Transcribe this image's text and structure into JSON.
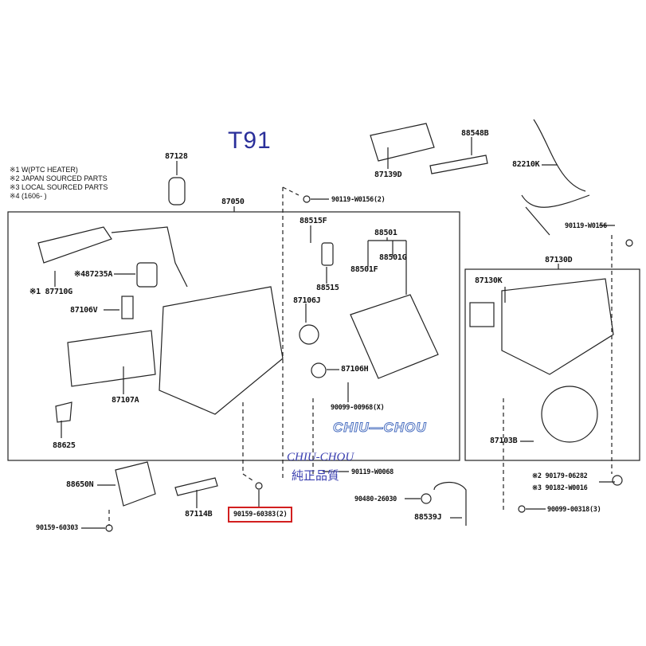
{
  "title": "T91",
  "notes": [
    "※1 W(PTC HEATER)",
    "※2 JAPAN SOURCED PARTS",
    "※3 LOCAL SOURCED PARTS",
    "※4 (1606-    )"
  ],
  "parts": {
    "p87128": "87128",
    "p87050": "87050",
    "p90119_w0156_2": "90119-W0156(2)",
    "p87139d": "87139D",
    "p88548b": "88548B",
    "p82210k": "82210K",
    "p90119_w0156": "90119-W0156",
    "p87130d": "87130D",
    "p88515f": "88515F",
    "p88501": "88501",
    "p88501g": "88501G",
    "p88501f": "88501F",
    "p88515": "88515",
    "p87235a": "※487235A",
    "p87710g": "※1 87710G",
    "p87106v": "87106V",
    "p87106j": "87106J",
    "p87106h": "87106H",
    "p90099_00968": "90099-00968(X)",
    "p87107a": "87107A",
    "p88625": "88625",
    "p87130k": "87130K",
    "p87103b": "87103B",
    "p88650n": "88650N",
    "p87114b": "87114B",
    "p90159_60383": "90159-60383(2)",
    "p90159_60303": "90159-60303",
    "p90119_w0068": "90119-W0068",
    "p90480_26030": "90480-26030",
    "p88539j": "88539J",
    "p90179_06282": "※2 90179-06282",
    "p90182_w0016": "※3 90182-W0016",
    "p90099_00318": "90099-00318(3)"
  },
  "watermark": {
    "brand": "CHIU—CHOU",
    "handwritten": "CHIU-CHOU",
    "chinese": "純正品質"
  },
  "colors": {
    "title": "#2a2f9a",
    "highlight": "#d21f1f",
    "watermark": "#4a6fc0"
  }
}
